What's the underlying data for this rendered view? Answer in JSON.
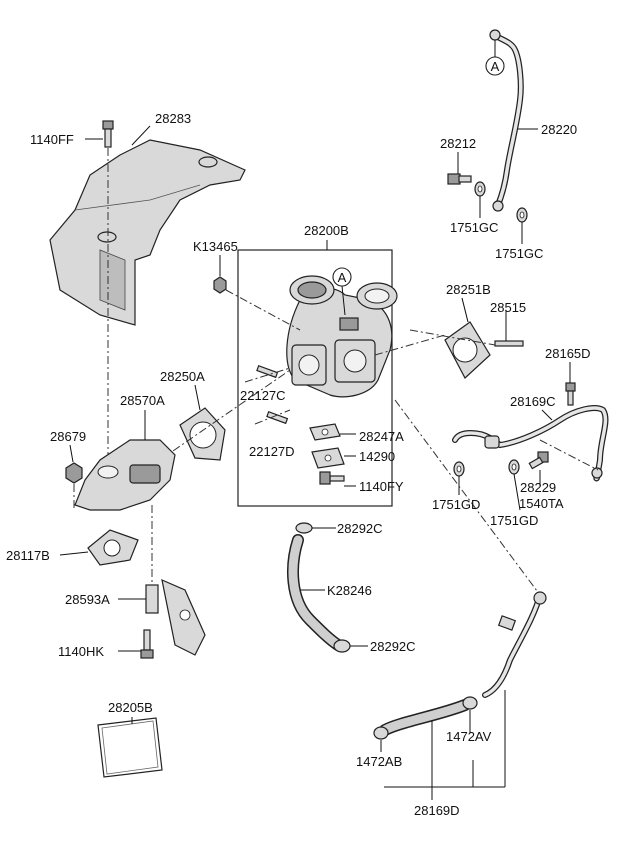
{
  "diagram": {
    "labels": [
      {
        "id": "l-28220",
        "text": "28220"
      },
      {
        "id": "l-28212",
        "text": "28212"
      },
      {
        "id": "l-1751gc-a",
        "text": "1751GC"
      },
      {
        "id": "l-1751gc-b",
        "text": "1751GC"
      },
      {
        "id": "l-1140ff",
        "text": "1140FF"
      },
      {
        "id": "l-28283",
        "text": "28283"
      },
      {
        "id": "l-28200b",
        "text": "28200B"
      },
      {
        "id": "l-k13465",
        "text": "K13465"
      },
      {
        "id": "l-28251b",
        "text": "28251B"
      },
      {
        "id": "l-28515",
        "text": "28515"
      },
      {
        "id": "l-28165d",
        "text": "28165D"
      },
      {
        "id": "l-28169c",
        "text": "28169C"
      },
      {
        "id": "l-28250a",
        "text": "28250A"
      },
      {
        "id": "l-28570a",
        "text": "28570A"
      },
      {
        "id": "l-22127c",
        "text": "22127C"
      },
      {
        "id": "l-28679",
        "text": "28679"
      },
      {
        "id": "l-22127d",
        "text": "22127D"
      },
      {
        "id": "l-28247a",
        "text": "28247A"
      },
      {
        "id": "l-14290",
        "text": "14290"
      },
      {
        "id": "l-1140fy",
        "text": "1140FY"
      },
      {
        "id": "l-1751gd-a",
        "text": "1751GD"
      },
      {
        "id": "l-28229",
        "text": "28229"
      },
      {
        "id": "l-1540ta",
        "text": "1540TA"
      },
      {
        "id": "l-1751gd-b",
        "text": "1751GD"
      },
      {
        "id": "l-28117b",
        "text": "28117B"
      },
      {
        "id": "l-28292c-a",
        "text": "28292C"
      },
      {
        "id": "l-k28246",
        "text": "K28246"
      },
      {
        "id": "l-28593a",
        "text": "28593A"
      },
      {
        "id": "l-28292c-b",
        "text": "28292C"
      },
      {
        "id": "l-1140hk",
        "text": "1140HK"
      },
      {
        "id": "l-28205b",
        "text": "28205B"
      },
      {
        "id": "l-1472av",
        "text": "1472AV"
      },
      {
        "id": "l-1472ab",
        "text": "1472AB"
      },
      {
        "id": "l-28169d",
        "text": "28169D"
      }
    ],
    "callouts": [
      {
        "id": "callout-a-top",
        "text": "A"
      },
      {
        "id": "callout-a-turbo",
        "text": "A"
      }
    ]
  }
}
